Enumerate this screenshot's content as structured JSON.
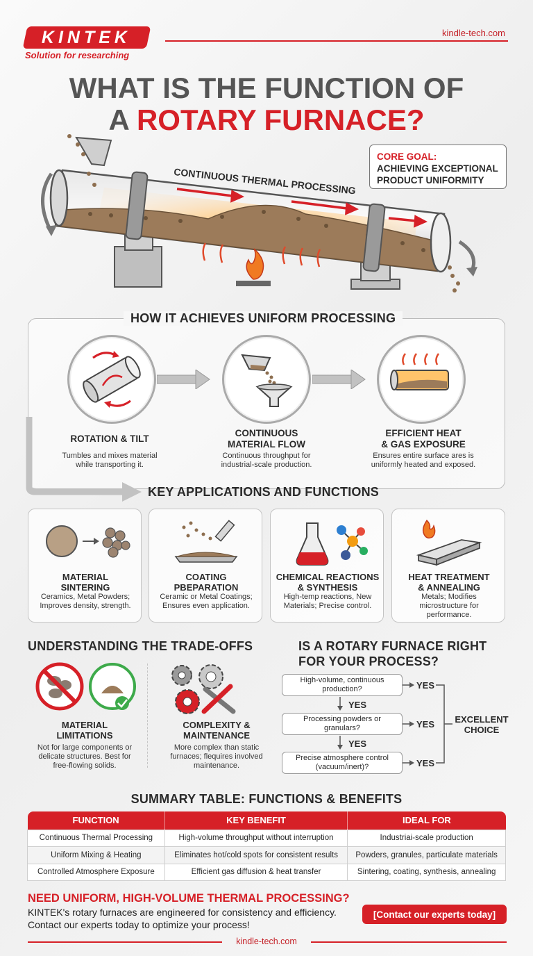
{
  "header": {
    "logo": "KINTEK",
    "tagline": "Solution for researching",
    "site": "kindle-tech.com",
    "title_line1": "WHAT IS THE FUNCTION OF",
    "title_line2_prefix": "A ",
    "title_line2_highlight": "ROTARY FURNACE?"
  },
  "hero": {
    "banner": "CONTINUOUS THERMAL PROCESSING",
    "callout_label": "CORE GOAL:",
    "callout_text_1": "ACHIEVING EXCEPTIONAL",
    "callout_text_2": "PRODUCT UNIFORMITY"
  },
  "uniform": {
    "heading": "HOW IT ACHIEVES UNIFORM PROCESSING",
    "steps": [
      {
        "title": "ROTATION & TILT",
        "title2": "",
        "text1": "Tumbles and mixes material",
        "text2": "while transporting it."
      },
      {
        "title": "CONTINUOUS",
        "title2": "MATERIAL FLOW",
        "text1": "Continuous throughput for",
        "text2": "industrial-scale production."
      },
      {
        "title": "EFFICIENT HEAT",
        "title2": "& GAS EXPOSURE",
        "text1": "Ensures entire surface ares is",
        "text2": "uniformly heated and exposed."
      }
    ]
  },
  "applications": {
    "heading": "KEY APPLICATIONS AND FUNCTIONS",
    "cards": [
      {
        "title1": "MATERIAL",
        "title2": "SINTERING",
        "text1": "Ceramics, Metal Powders;",
        "text2": "Improves density, strength.",
        "text3": ""
      },
      {
        "title1": "COATING",
        "title2": "PBEPARATION",
        "text1": "Ceramic or Metal Coatings;",
        "text2": "Ensures even application.",
        "text3": ""
      },
      {
        "title1": "CHEMICAL REACTIONS",
        "title2": "& SYNTHESIS",
        "text1": "High-temp reactions, New",
        "text2": "Materials; Precise control.",
        "text3": ""
      },
      {
        "title1": "HEAT TREATMENT",
        "title2": "& ANNEALING",
        "text1": "Metals; Modifies",
        "text2": "microstructure for",
        "text3": "performance."
      }
    ]
  },
  "tradeoffs": {
    "heading": "UNDERSTANDING THE TRADE-OFFS",
    "items": [
      {
        "title1": "MATERIAL",
        "title2": "LIMITATIONS",
        "text1": "Not for large components or",
        "text2": "delicate structures. Best for",
        "text3": "free-flowing solids."
      },
      {
        "title1": "COMPLEXITY &",
        "title2": "MAINTENANCE",
        "text1": "More complex than static",
        "text2": "furnaces; flequires involved",
        "text3": "maintenance."
      }
    ]
  },
  "decision": {
    "heading1": "IS A ROTARY FURNACE RIGHT",
    "heading2": "FOR YOUR PROCESS?",
    "q1a": "High-volume, continuous",
    "q1b": "production?",
    "q2a": "Processing powders or",
    "q2b": "granulars?",
    "q3a": "Precise atmosphere control",
    "q3b": "(vacuum/inert)?",
    "yes": "YES",
    "result1": "EXCELLENT",
    "result2": "CHOICE"
  },
  "summary": {
    "heading": "SUMMARY TABLE: FUNCTIONS & BENEFITS",
    "columns": [
      "FUNCTION",
      "KEY BENEFIT",
      "IDEAL FOR"
    ],
    "rows": [
      [
        "Continuous Thermal Processing",
        "High-volume throughput without interruption",
        "Industriai-scale production"
      ],
      [
        "Uniform Mixing & Heating",
        "Eliminates hot/cold spots for consistent results",
        "Powders, granules, particulate materials"
      ],
      [
        "Controlled Atmosphere Exposure",
        "Efficient gas diffusion & heat transfer",
        "Sintering, coating, synthesis, annealing"
      ]
    ]
  },
  "cta": {
    "heading": "NEED UNIFORM, HIGH-VOLUME THERMAL PROCESSING?",
    "text1": "KINTEK's rotary furnaces are engineered for consistency and efficiency.",
    "text2": "Contact our experts today to optimize your process!",
    "button": "[Contact our experts today]"
  },
  "footer": {
    "site": "kindle-tech.com"
  },
  "colors": {
    "accent": "#d62027",
    "heading": "#2b2b2b",
    "title_gray": "#555555"
  }
}
